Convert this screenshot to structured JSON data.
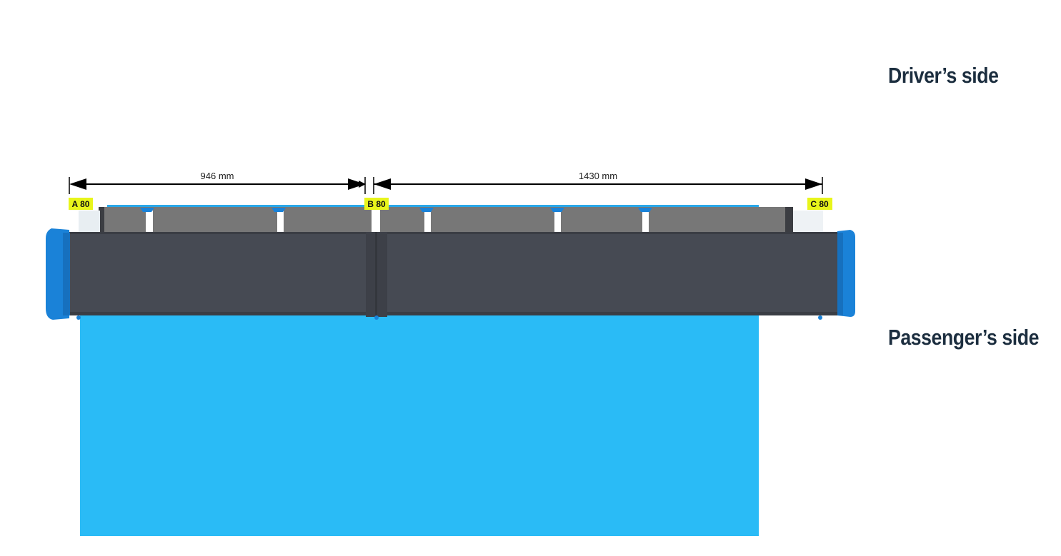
{
  "labels": {
    "top_side": "Driver’s side",
    "bottom_side": "Passenger’s side"
  },
  "dimensions": [
    {
      "text": "946 mm"
    },
    {
      "text": "1430 mm"
    }
  ],
  "supports": [
    {
      "tag": "A 80"
    },
    {
      "tag": "B 80"
    },
    {
      "tag": "C 80"
    }
  ],
  "colors": {
    "awning_fabric": "#2abbf6",
    "cassette_body": "#464a53",
    "rail": "#777777",
    "end_cap": "#1a82d8",
    "tag_background": "#e8f51b",
    "label_text": "#1c2e3f"
  }
}
